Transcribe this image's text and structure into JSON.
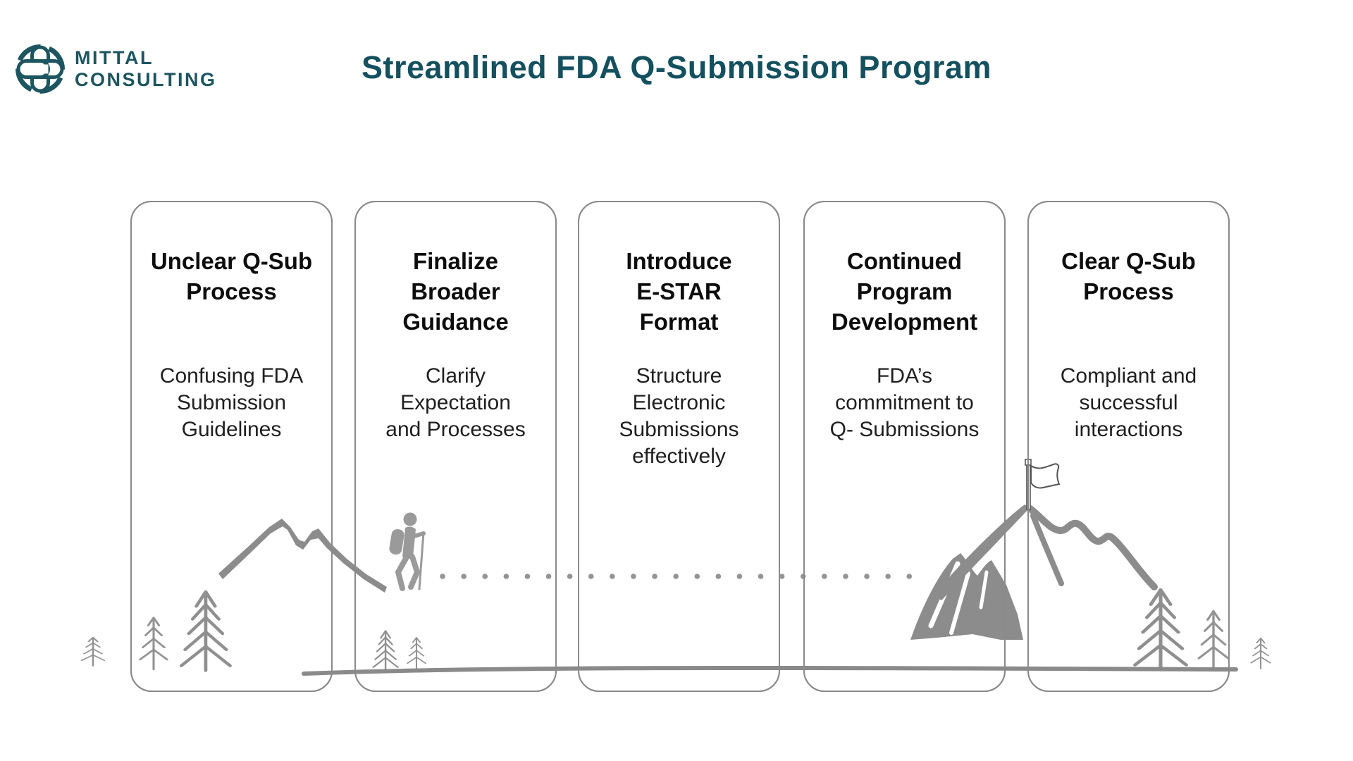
{
  "header": {
    "logo_line1": "MITTAL",
    "logo_line2": "CONSULTING",
    "title": "Streamlined FDA Q-Submission Program"
  },
  "cards": [
    {
      "title": "Unclear Q-Sub\nProcess",
      "description": "Confusing FDA\nSubmission\nGuidelines"
    },
    {
      "title": "Finalize Broader\nGuidance",
      "description": "Clarify\nExpectation\nand Processes"
    },
    {
      "title": "Introduce\nE-STAR\nFormat",
      "description": "Structure\nElectronic\nSubmissions\neffectively"
    },
    {
      "title": "Continued\nProgram\nDevelopment",
      "description": "FDA’s\ncommitment to\nQ- Submissions"
    },
    {
      "title": "Clear Q-Sub\nProcess",
      "description": "Compliant and\nsuccessful\ninteractions"
    }
  ],
  "icons": {
    "logo": "medical-cross-knot-icon",
    "hiker": "hiker-icon",
    "flag": "summit-flag-icon",
    "mountain_left": "mountain-ridge-icon",
    "mountain_right": "snowy-mountain-icon",
    "trees": "pine-tree-icon",
    "trail": "dotted-trail"
  },
  "colors": {
    "brand_teal": "#14505e",
    "card_border": "#8a8a8a",
    "illustration_gray": "#8c8c8c",
    "text_black": "#0d0d0d"
  }
}
